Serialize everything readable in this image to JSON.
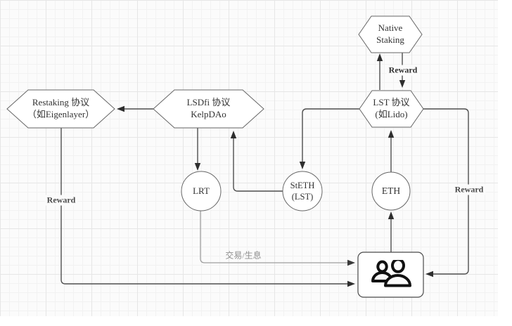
{
  "diagram": {
    "nodes": {
      "native_staking": {
        "lines": [
          "Native",
          "Staking"
        ]
      },
      "lst_protocol": {
        "lines": [
          "LST 协议",
          "(如Lido)"
        ]
      },
      "restaking_protocol": {
        "lines": [
          "Restaking 协议",
          "（如Eigenlayer）"
        ]
      },
      "lsdfi_protocol": {
        "lines": [
          "LSDfi 协议",
          "KelpDAo"
        ]
      },
      "lrt_token": {
        "label": "LRT"
      },
      "steth_token": {
        "lines": [
          "StETH",
          "(LST)"
        ]
      },
      "eth_token": {
        "label": "ETH"
      },
      "users": {
        "icon": "users-icon"
      }
    },
    "edge_labels": {
      "reward_top": "Reward",
      "reward_left": "Reward",
      "reward_right": "Reward",
      "trade_or_yield": "交易/生息"
    },
    "colors": {
      "edge": "#4f4f4f",
      "edge_light": "#9e9e9e",
      "shape_border": "#666666",
      "shape_fill": "#ffffff",
      "label_text": "#333333",
      "icon": "#111111"
    }
  }
}
